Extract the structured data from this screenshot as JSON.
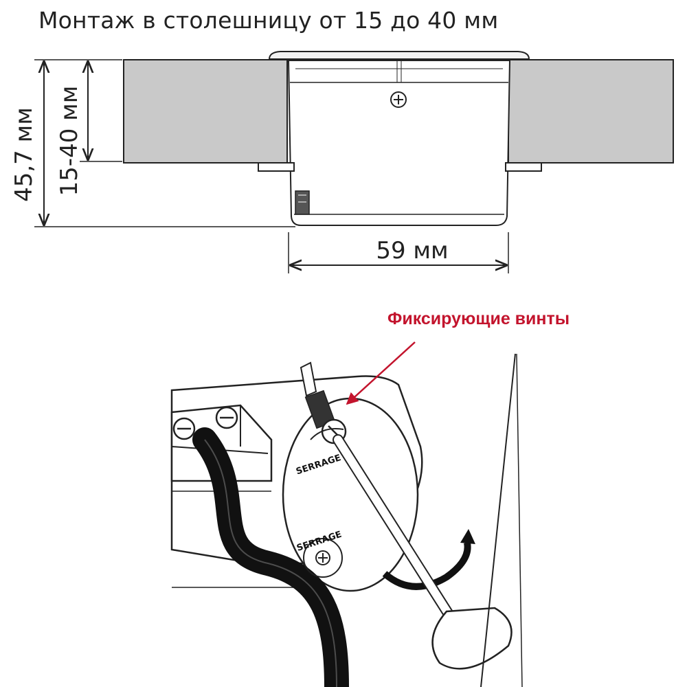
{
  "header": {
    "title": "Монтаж в столешницу от 15 до 40 мм"
  },
  "dimensions": {
    "total_height": "45,7 мм",
    "countertop_thickness": "15-40 мм",
    "width": "59 мм"
  },
  "callout": {
    "label": "Фиксирующие винты",
    "color": "#c3142d"
  },
  "stamps": {
    "serrage_label": "SERRAGE"
  }
}
